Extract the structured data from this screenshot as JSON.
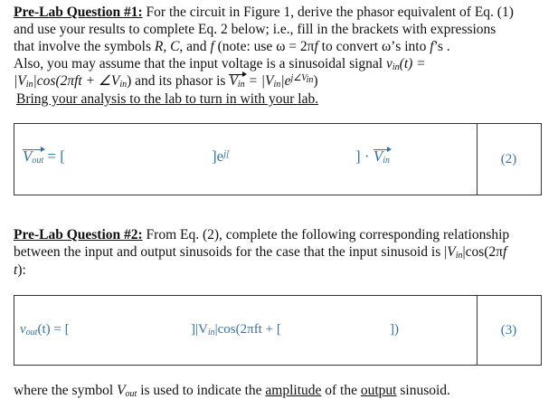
{
  "q1": {
    "heading": "Pre-Lab Question #1:",
    "line1": " For the circuit in Figure 1, derive the phasor equivalent of Eq. (1)",
    "line2": "and use your results to complete Eq. 2 below; i.e., fill in the brackets with expressions",
    "line3a": "that involve the symbols ",
    "line3b": "R, C,",
    "line3c": " and ",
    "line3d": "f",
    "line3e": " (note: use ω = 2π",
    "line3f": "f",
    "line3g": "  to convert ω’s into ",
    "line3h": "f",
    "line3i": "’s .",
    "line4a": "Also, you may assume that the input voltage is a sinusoidal signal ",
    "line4b": "v",
    "line4c": "in",
    "line4d": "(t) =",
    "line5a": "|V",
    "line5b": "in",
    "line5c": "|cos(2πft + ∠V",
    "line5d": "in",
    "line5e": ") and its phasor is ",
    "line5f": "V",
    "line5g": "in",
    "line5h": " = |V",
    "line5i": "in",
    "line5j": "|e",
    "line5k": "j∠V",
    "line5l": "in",
    "line5m": ")",
    "line6": "Bring your analysis to the lab to turn in with your lab."
  },
  "eq2": {
    "lhs": "V",
    "lhs_sub": "out",
    "eq_open": " = [",
    "mid": "]e",
    "mid_sup": "j[",
    "close": "] · ",
    "vin": "V",
    "vin_sub": "in",
    "number": "(2)"
  },
  "q2": {
    "heading": "Pre-Lab Question #2:",
    "line1": " From Eq. (2), complete the following corresponding relationship",
    "line2a": "between the input and output sinusoids for the case that the input sinusoid is |",
    "line2b": "V",
    "line2c": "in",
    "line2d": "|cos(2π",
    "line2e": "f",
    "line3a": "t",
    "line3b": "):"
  },
  "eq3": {
    "lhs": "v",
    "lhs_sub": "out",
    "eq_open": "(t) = [",
    "mid": "]|V",
    "mid_sub": "in",
    "mid2": "|cos(2πft + [",
    "close": "])",
    "number": "(3)"
  },
  "footer": {
    "a": "where the symbol ",
    "b": "V",
    "c": "out",
    "d": " is used to indicate the ",
    "e": "amplitude",
    "f": " of the ",
    "g": "output",
    "h": " sinusoid."
  },
  "colors": {
    "equation": "#2e74b5"
  }
}
